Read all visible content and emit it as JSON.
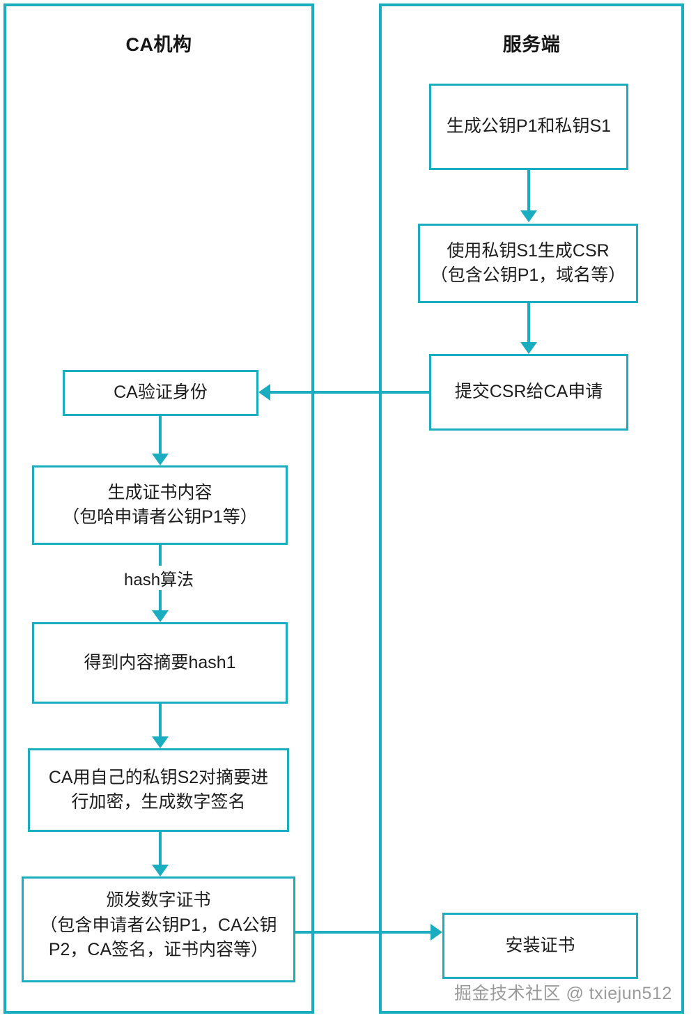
{
  "diagram": {
    "title_implicit": "CA证书签发流程",
    "accent_color": "#1AACBF",
    "background_color": "#FFFFFF",
    "text_color": "#1D1D1D"
  },
  "lanes": [
    {
      "id": "ca",
      "title": "CA机构"
    },
    {
      "id": "server",
      "title": "服务端"
    }
  ],
  "nodes": {
    "genkeys": {
      "lines": [
        "生成公钥P1和私钥S1"
      ]
    },
    "csr": {
      "lines": [
        "使用私钥S1生成CSR",
        "（包含公钥P1，域名等）"
      ]
    },
    "submit": {
      "lines": [
        "提交CSR给CA申请"
      ]
    },
    "verify": {
      "lines": [
        "CA验证身份"
      ]
    },
    "certcontent": {
      "lines": [
        "生成证书内容",
        "（包哈申请者公钥P1等）"
      ]
    },
    "hash1": {
      "lines": [
        "得到内容摘要hash1"
      ]
    },
    "sign": {
      "lines": [
        "CA用自己的私钥S2对摘要进",
        "行加密，生成数字签名"
      ]
    },
    "issue": {
      "lines": [
        "颁发数字证书",
        "（包含申请者公钥P1，CA公钥",
        "P2，CA签名，证书内容等）"
      ]
    },
    "install": {
      "lines": [
        "安装证书"
      ]
    }
  },
  "edges": [
    {
      "id": "genkeys-to-csr",
      "from": "genkeys",
      "to": "csr",
      "label": "",
      "direction": "down"
    },
    {
      "id": "csr-to-submit",
      "from": "csr",
      "to": "submit",
      "label": "",
      "direction": "down"
    },
    {
      "id": "submit-to-verify",
      "from": "submit",
      "to": "verify",
      "label": "",
      "direction": "left"
    },
    {
      "id": "verify-to-certcontent",
      "from": "verify",
      "to": "certcontent",
      "label": "",
      "direction": "down"
    },
    {
      "id": "certcontent-to-hash1",
      "from": "certcontent",
      "to": "hash1",
      "label": "hash算法",
      "direction": "down"
    },
    {
      "id": "hash1-to-sign",
      "from": "hash1",
      "to": "sign",
      "label": "",
      "direction": "down"
    },
    {
      "id": "sign-to-issue",
      "from": "sign",
      "to": "issue",
      "label": "",
      "direction": "down"
    },
    {
      "id": "issue-to-install",
      "from": "issue",
      "to": "install",
      "label": "",
      "direction": "right"
    }
  ],
  "watermark": {
    "text": "掘金技术社区 @ txiejun512"
  }
}
